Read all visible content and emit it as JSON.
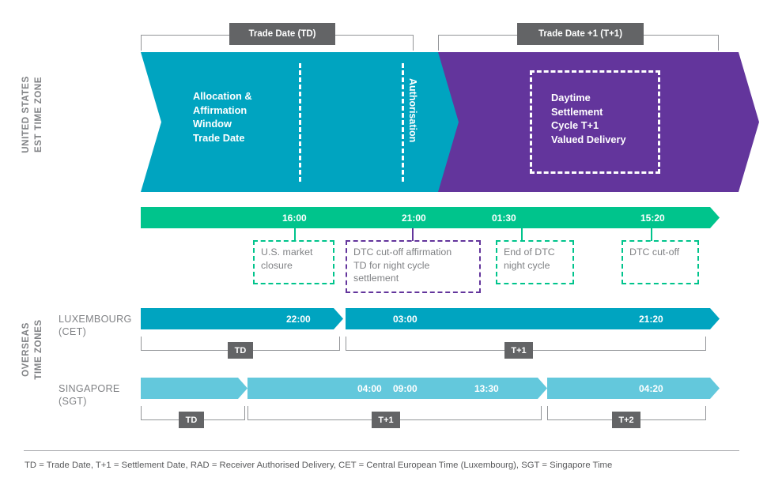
{
  "regions": {
    "us_label_line1": "UNITED STATES",
    "us_label_line2": "EST TIME ZONE",
    "overseas_label_line1": "OVERSEAS",
    "overseas_label_line2": "TIME ZONES",
    "luxembourg": "LUXEMBOURG\n(CET)",
    "singapore": "SINGAPORE\n(SGT)"
  },
  "top_brackets": [
    {
      "label": "Trade Date (TD)"
    },
    {
      "label": "Trade Date +1  (T+1)"
    }
  ],
  "us_phases": [
    {
      "text": "Allocation &\nAffirmation\nWindow\nTrade Date",
      "color": "#00A4C0"
    },
    {
      "text": "Authorisation",
      "color": "#00A4C0"
    },
    {
      "text": "Daytime\nSettlement\nCycle T+1\nValued Delivery",
      "color": "#63359C"
    }
  ],
  "timeline": {
    "color": "#00C48C",
    "times": [
      "16:00",
      "21:00",
      "01:30",
      "15:20"
    ]
  },
  "callouts": [
    {
      "text": "U.S. market\nclosure",
      "accent": "#00C48C"
    },
    {
      "text": "DTC cut-off affirmation\nTD for night cycle\nsettlement",
      "accent": "#63359C"
    },
    {
      "text": "End of DTC\nnight cycle",
      "accent": "#00C48C"
    },
    {
      "text": "DTC cut-off",
      "accent": "#00C48C"
    }
  ],
  "luxembourg_bar": {
    "color": "#00A4C0",
    "times": [
      "22:00",
      "03:00",
      "21:20"
    ],
    "day_tags": [
      "TD",
      "T+1"
    ]
  },
  "singapore_bar": {
    "color": "#63C8DC",
    "times": [
      "04:00",
      "09:00",
      "13:30",
      "04:20"
    ],
    "day_tags": [
      "TD",
      "T+1",
      "T+2"
    ]
  },
  "footer": {
    "legend": "TD = Trade Date, T+1 = Settlement Date, RAD = Receiver Authorised Delivery, CET = Central European Time (Luxembourg), SGT = Singapore Time"
  }
}
